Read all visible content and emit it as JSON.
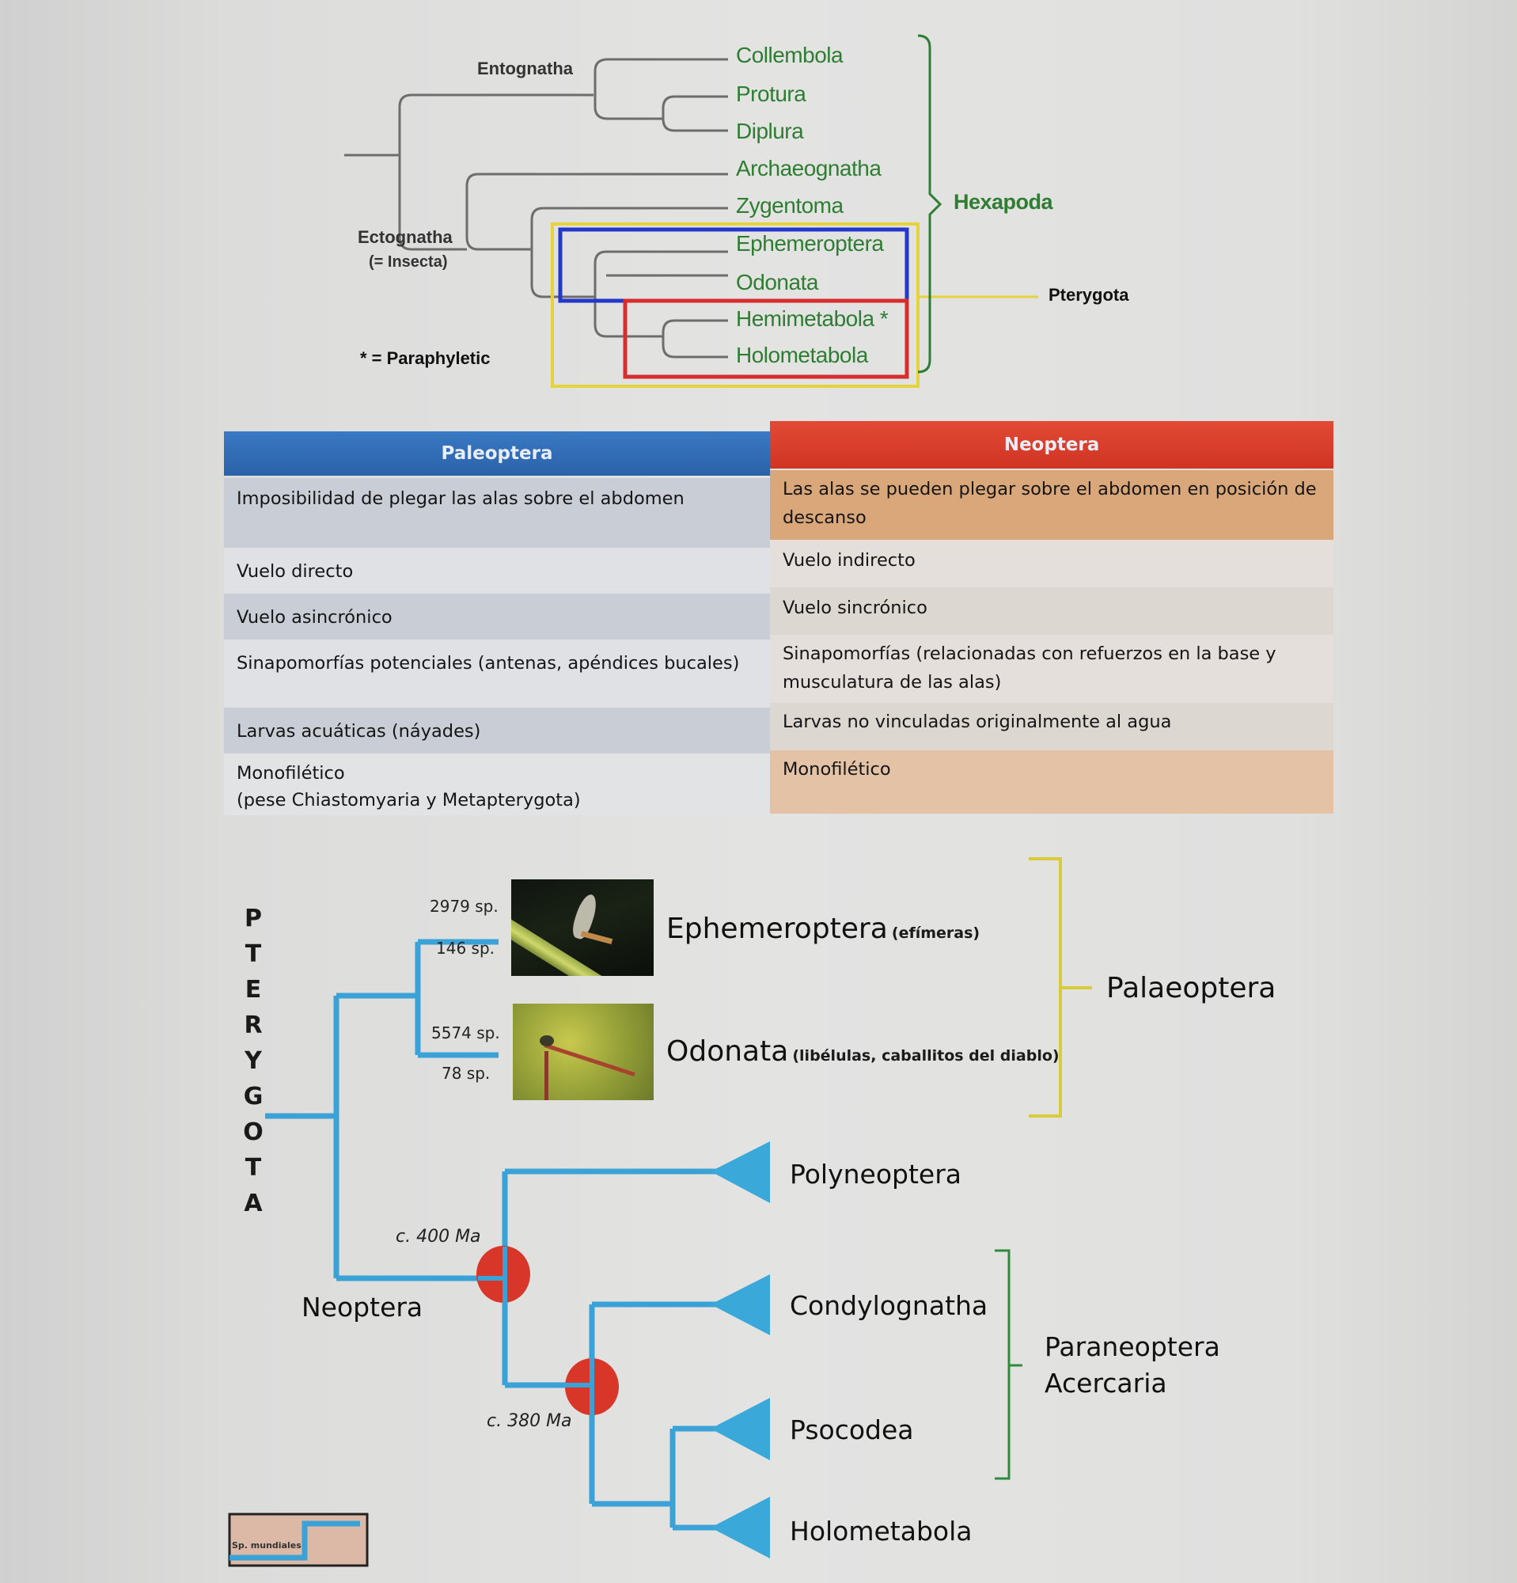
{
  "top_tree": {
    "taxa": [
      "Collembola",
      "Protura",
      "Diplura",
      "Archaeognatha",
      "Zygentoma",
      "Ephemeroptera",
      "Odonata",
      "Hemimetabola *",
      "Holometabola"
    ],
    "groups": {
      "entognatha": "Entognatha",
      "ectognatha": "Ectognatha",
      "ectognatha_note": "(= Insecta)",
      "hexapoda": "Hexapoda",
      "pterygota": "Pterygota"
    },
    "legend": "* = Paraphyletic",
    "colors": {
      "taxa": "#2e7d32",
      "pterygota_box": "#e6d23a",
      "palaeoptera_box": "#2338c9",
      "neoptera_box": "#d62e2e",
      "branches": "#6d6d6d"
    }
  },
  "table": {
    "headers": {
      "left": "Paleoptera",
      "right": "Neoptera"
    },
    "rows": [
      {
        "left": "Imposibilidad de plegar las alas sobre el abdomen",
        "right": "Las alas se pueden plegar sobre el abdomen en posición de descanso"
      },
      {
        "left": "Vuelo directo",
        "right": "Vuelo indirecto"
      },
      {
        "left": "Vuelo asincrónico",
        "right": "Vuelo sincrónico"
      },
      {
        "left": "Sinapomorfías potenciales (antenas, apéndices bucales)",
        "right": "Sinapomorfías (relacionadas con refuerzos en la base y musculatura de las alas)"
      },
      {
        "left": "Larvas acuáticas (náyades)",
        "right": "Larvas no vinculadas originalmente al agua"
      },
      {
        "left": "Monofilético\n(pese Chiastomyaria y Metapterygota)",
        "right": "Monofilético"
      }
    ],
    "colors": {
      "left_header": "#2f6db5",
      "right_header": "#dc3b2a",
      "right_first_row": "#d9a77a",
      "right_last_row": "#e3c2a6"
    }
  },
  "bottom_tree": {
    "vertical_label": [
      "P",
      "T",
      "E",
      "R",
      "Y",
      "G",
      "O",
      "T",
      "A"
    ],
    "palaeoptera": {
      "label": "Palaeoptera",
      "ephemeroptera": {
        "name": "Ephemeroptera",
        "common": "(efímeras)",
        "species_world": "2979 sp.",
        "species_local": "146 sp.",
        "photo": "mayfly-photo"
      },
      "odonata": {
        "name": "Odonata",
        "common": "(libélulas, caballitos del diablo)",
        "species_world": "5574 sp.",
        "species_local": "78 sp.",
        "photo": "dragonfly-photo"
      }
    },
    "neoptera": {
      "label": "Neoptera",
      "age_1": "c. 400 Ma",
      "age_2": "c. 380 Ma",
      "clades": [
        "Polyneoptera",
        "Condylognatha",
        "Psocodea",
        "Holometabola"
      ],
      "paraneoptera_label_1": "Paraneoptera",
      "paraneoptera_label_2": "Acercaria"
    },
    "legend_box_text": "Sp. mundiales",
    "colors": {
      "branches": "#3aa2d6",
      "nodes": "#d9362a",
      "palaeoptera_bracket": "#d8cc3a",
      "paraneoptera_bracket": "#2e8b3e"
    }
  }
}
